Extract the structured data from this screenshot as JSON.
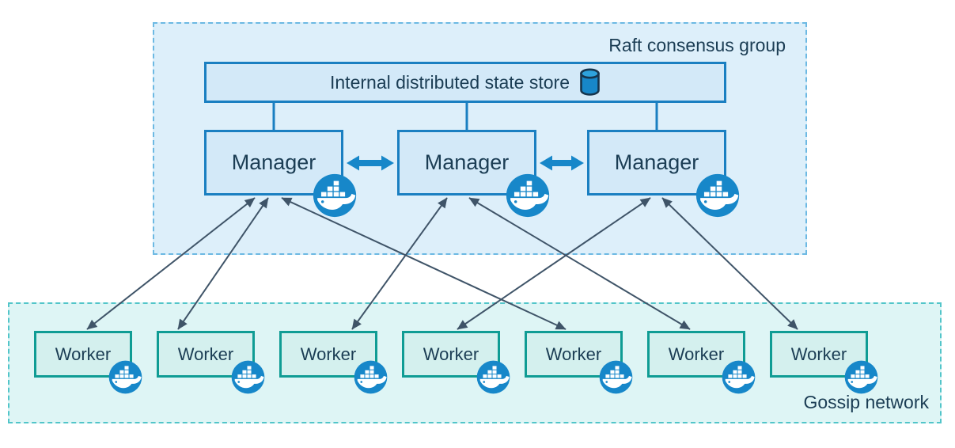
{
  "raft_group": {
    "label": "Raft consensus group",
    "state_store": {
      "label": "Internal distributed state store",
      "icon": "database-icon"
    },
    "managers": [
      {
        "label": "Manager",
        "badge_icon": "docker-whale-icon"
      },
      {
        "label": "Manager",
        "badge_icon": "docker-whale-icon"
      },
      {
        "label": "Manager",
        "badge_icon": "docker-whale-icon"
      }
    ]
  },
  "gossip_network": {
    "label": "Gossip network",
    "workers": [
      {
        "label": "Worker",
        "badge_icon": "docker-whale-icon"
      },
      {
        "label": "Worker",
        "badge_icon": "docker-whale-icon"
      },
      {
        "label": "Worker",
        "badge_icon": "docker-whale-icon"
      },
      {
        "label": "Worker",
        "badge_icon": "docker-whale-icon"
      },
      {
        "label": "Worker",
        "badge_icon": "docker-whale-icon"
      },
      {
        "label": "Worker",
        "badge_icon": "docker-whale-icon"
      },
      {
        "label": "Worker",
        "badge_icon": "docker-whale-icon"
      }
    ]
  },
  "connections": {
    "manager_peer_links": [
      [
        0,
        1
      ],
      [
        1,
        2
      ]
    ],
    "manager_worker_links": [
      [
        0,
        0
      ],
      [
        0,
        1
      ],
      [
        0,
        4
      ],
      [
        1,
        2
      ],
      [
        1,
        5
      ],
      [
        2,
        3
      ],
      [
        2,
        6
      ]
    ],
    "peer_link_style": "thick-double-arrow",
    "manager_worker_link_style": "thin-double-arrow"
  },
  "colors": {
    "raft_fill": "#ddeffa",
    "raft_border": "#6cb9e3",
    "manager_fill": "#d3e9f8",
    "manager_border": "#1a7fc1",
    "gossip_fill": "#def5f5",
    "gossip_border": "#52c5c9",
    "worker_fill": "#d4f0ee",
    "worker_border": "#0f9c94",
    "docker_blue": "#1787c9",
    "thin_arrow": "#3f5468",
    "text": "#1b3d54"
  }
}
